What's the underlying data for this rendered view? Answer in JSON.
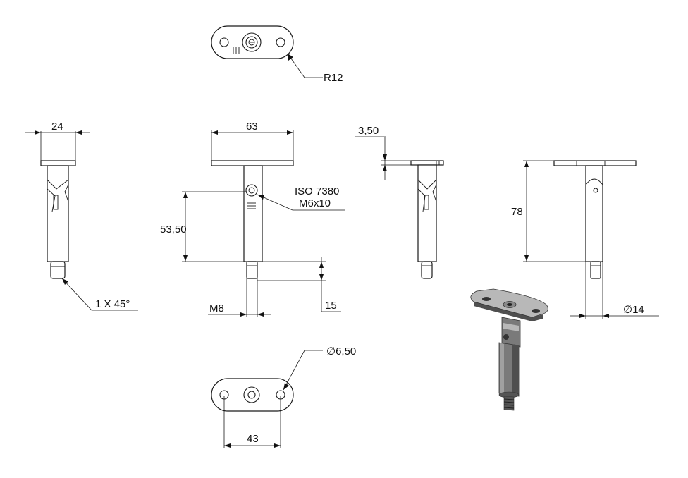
{
  "drawing": {
    "dims": {
      "radius": "R12",
      "side_width": "24",
      "plate_width": "63",
      "plate_thickness": "3,50",
      "screw_spec_line1": "ISO 7380",
      "screw_spec_line2": "M6x10",
      "height_a": "53,50",
      "height_b": "78",
      "chamfer": "1 X 45°",
      "thread": "M8",
      "thread_length": "15",
      "tube_diameter": "∅14",
      "hole_diameter": "∅6,50",
      "hole_spacing": "43"
    }
  }
}
